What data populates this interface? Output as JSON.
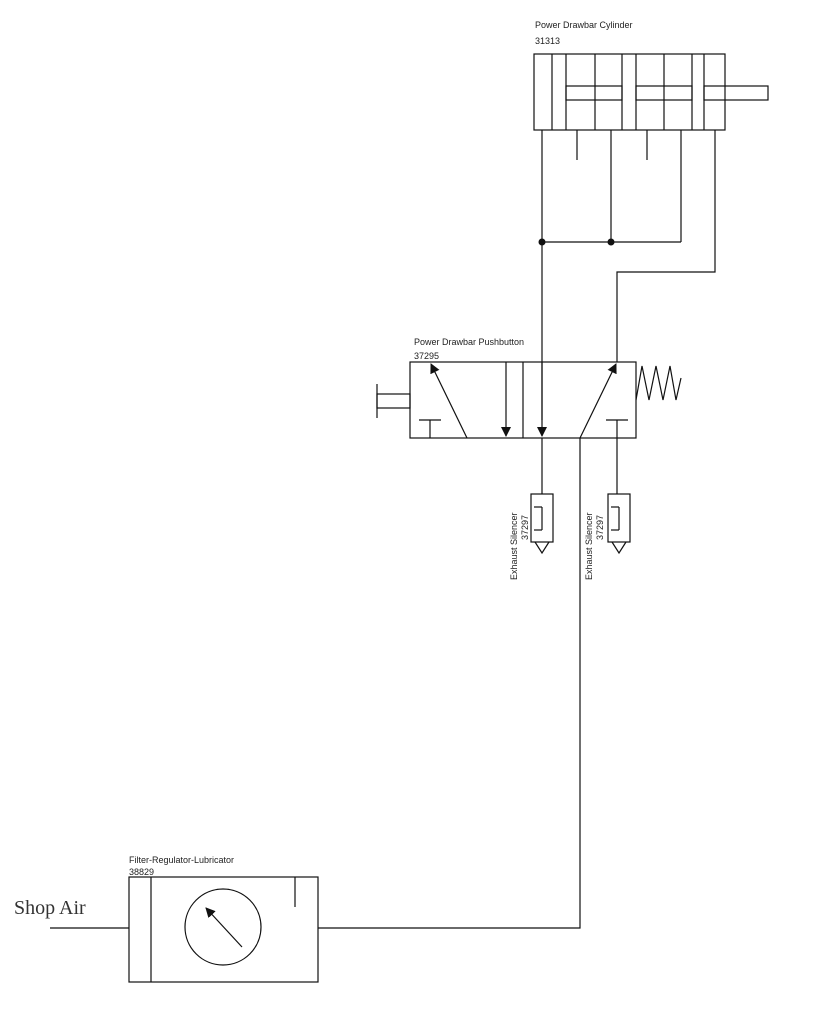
{
  "components": {
    "cylinder": {
      "name": "Power Drawbar Cylinder",
      "part": "31313"
    },
    "pushbutton": {
      "name": "Power Drawbar Pushbutton",
      "part": "37295"
    },
    "silencer_a": {
      "name": "Exhaust Silencer",
      "part": "37297"
    },
    "silencer_b": {
      "name": "Exhaust Silencer",
      "part": "37297"
    },
    "frl": {
      "name": "Filter-Regulator-Lubricator",
      "part": "38829"
    },
    "source": {
      "label": "Shop Air"
    }
  }
}
